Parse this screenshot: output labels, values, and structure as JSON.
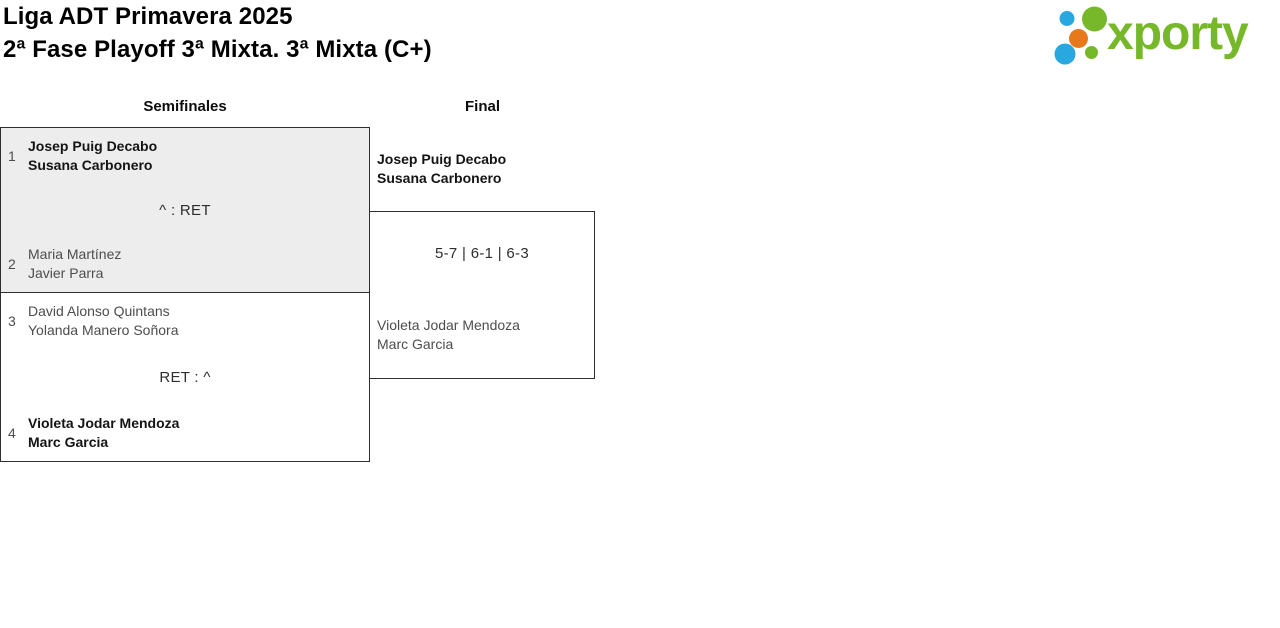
{
  "header": {
    "title_line1": "Liga ADT Primavera 2025",
    "title_line2": "2ª Fase Playoff 3ª Mixta. 3ª Mixta (C+)"
  },
  "logo": {
    "brand": "xporty",
    "colors": {
      "green": "#76b82a",
      "blue": "#29a8e0",
      "orange": "#e8791a"
    }
  },
  "bracket": {
    "rounds": [
      {
        "label": "Semifinales"
      },
      {
        "label": "Final"
      }
    ],
    "semifinals": [
      {
        "team1": {
          "seed": "1",
          "players": [
            "Josep Puig Decabo",
            "Susana Carbonero"
          ],
          "is_winner": true
        },
        "score": "^ : RET",
        "team2": {
          "seed": "2",
          "players": [
            "Maria Martínez",
            "Javier Parra"
          ],
          "is_winner": false
        }
      },
      {
        "team1": {
          "seed": "3",
          "players": [
            "David Alonso Quintans",
            "Yolanda Manero Soñora"
          ],
          "is_winner": false
        },
        "score": "RET : ^",
        "team2": {
          "seed": "4",
          "players": [
            "Violeta Jodar Mendoza",
            "Marc Garcia"
          ],
          "is_winner": true
        }
      }
    ],
    "final": {
      "winner": {
        "players": [
          "Josep Puig Decabo",
          "Susana Carbonero"
        ]
      },
      "score": "5-7 | 6-1 | 6-3",
      "loser": {
        "players": [
          "Violeta Jodar Mendoza",
          "Marc Garcia"
        ]
      }
    }
  }
}
